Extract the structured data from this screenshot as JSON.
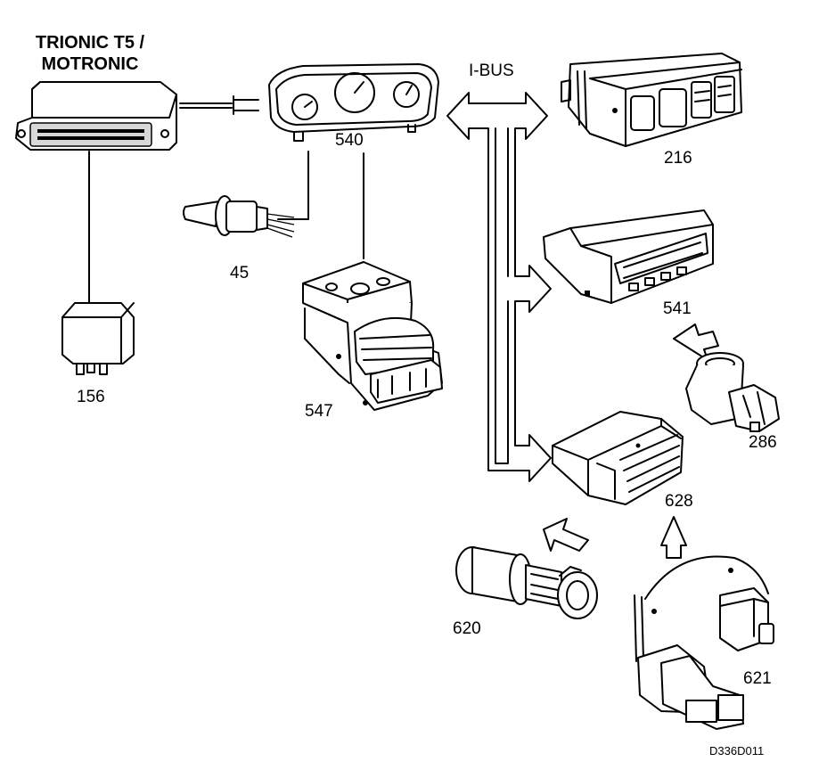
{
  "diagram": {
    "title_line1": "TRIONIC T5 /",
    "title_line2": "MOTRONIC",
    "bus_label": "I-BUS",
    "components": [
      {
        "id": "216",
        "icon": "climate-control-panel"
      },
      {
        "id": "540",
        "icon": "instrument-cluster"
      },
      {
        "id": "45",
        "icon": "temperature-sensor"
      },
      {
        "id": "156",
        "icon": "relay"
      },
      {
        "id": "547",
        "icon": "abs-unit"
      },
      {
        "id": "541",
        "icon": "information-display"
      },
      {
        "id": "286",
        "icon": "ignition-switch"
      },
      {
        "id": "628",
        "icon": "control-module"
      },
      {
        "id": "620",
        "icon": "lock-cylinder"
      },
      {
        "id": "621",
        "icon": "switch-with-bracket"
      }
    ],
    "figure_code": "D336D011"
  }
}
